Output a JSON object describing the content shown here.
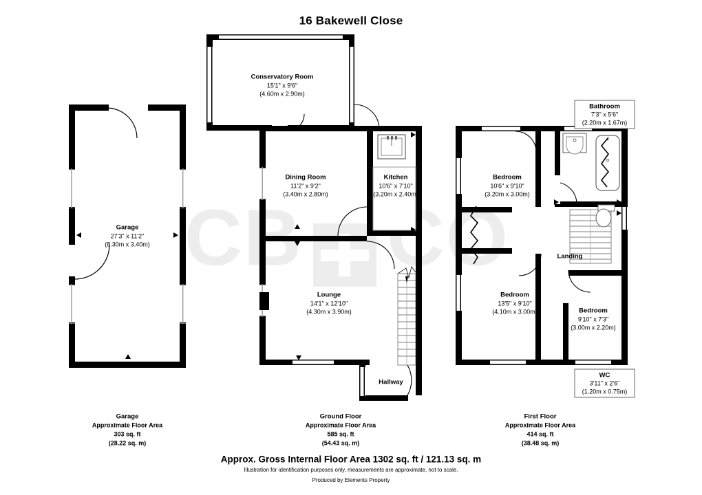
{
  "title": "16 Bakewell Close",
  "watermark": {
    "text_left": "CB",
    "text_right": "CO"
  },
  "rooms": {
    "conservatory": {
      "name": "Conservatory Room",
      "imperial": "15'1\" x 9'6\"",
      "metric": "(4.60m x 2.90m)"
    },
    "dining": {
      "name": "Dining Room",
      "imperial": "11'2\" x 9'2\"",
      "metric": "(3.40m x 2.80m)"
    },
    "kitchen": {
      "name": "Kitchen",
      "imperial": "10'6\" x 7'10\"",
      "metric": "(3.20m x 2.40m)"
    },
    "garage": {
      "name": "Garage",
      "imperial": "27'3\" x 11'2\"",
      "metric": "(8.30m x 3.40m)"
    },
    "lounge": {
      "name": "Lounge",
      "imperial": "14'1\" x 12'10\"",
      "metric": "(4.30m x 3.90m)"
    },
    "hallway": {
      "name": "Hallway"
    },
    "landing": {
      "name": "Landing"
    },
    "bedroom1": {
      "name": "Bedroom",
      "imperial": "10'6\" x 9'10\"",
      "metric": "(3.20m x 3.00m)"
    },
    "bedroom2": {
      "name": "Bedroom",
      "imperial": "13'5\" x 9'10\"",
      "metric": "(4.10m x 3.00m)"
    },
    "bedroom3": {
      "name": "Bedroom",
      "imperial": "9'10\" x 7'3\"",
      "metric": "(3.00m x 2.20m)"
    },
    "bathroom": {
      "name": "Bathroom",
      "imperial": "7'3\" x 5'6\"",
      "metric": "(2.20m x 1.67m)"
    },
    "wc": {
      "name": "WC",
      "imperial": "3'11\" x 2'6\"",
      "metric": "(1.20m x 0.75m)"
    }
  },
  "floor_areas": [
    {
      "key": "garage",
      "name": "Garage",
      "caption": "Approximate Floor Area",
      "sqft": "303 sq. ft",
      "sqm": "(28.22 sq. m)"
    },
    {
      "key": "ground",
      "name": "Ground Floor",
      "caption": "Approximate Floor Area",
      "sqft": "585 sq. ft",
      "sqm": "(54.43 sq. m)"
    },
    {
      "key": "first",
      "name": "First Floor",
      "caption": "Approximate Floor Area",
      "sqft": "414 sq. ft",
      "sqm": "(38.48 sq. m)"
    }
  ],
  "footer": {
    "gross": "Approx. Gross Internal Floor Area 1302 sq. ft / 121.13 sq. m",
    "disclaimer": "Illustration for identification purposes only, measurements are approximate, not to scale.",
    "producer": "Produced by Elements Property"
  },
  "colors": {
    "wall": "#000000",
    "watermark": "#ededed",
    "text": "#1a1a1a",
    "background": "#ffffff"
  }
}
